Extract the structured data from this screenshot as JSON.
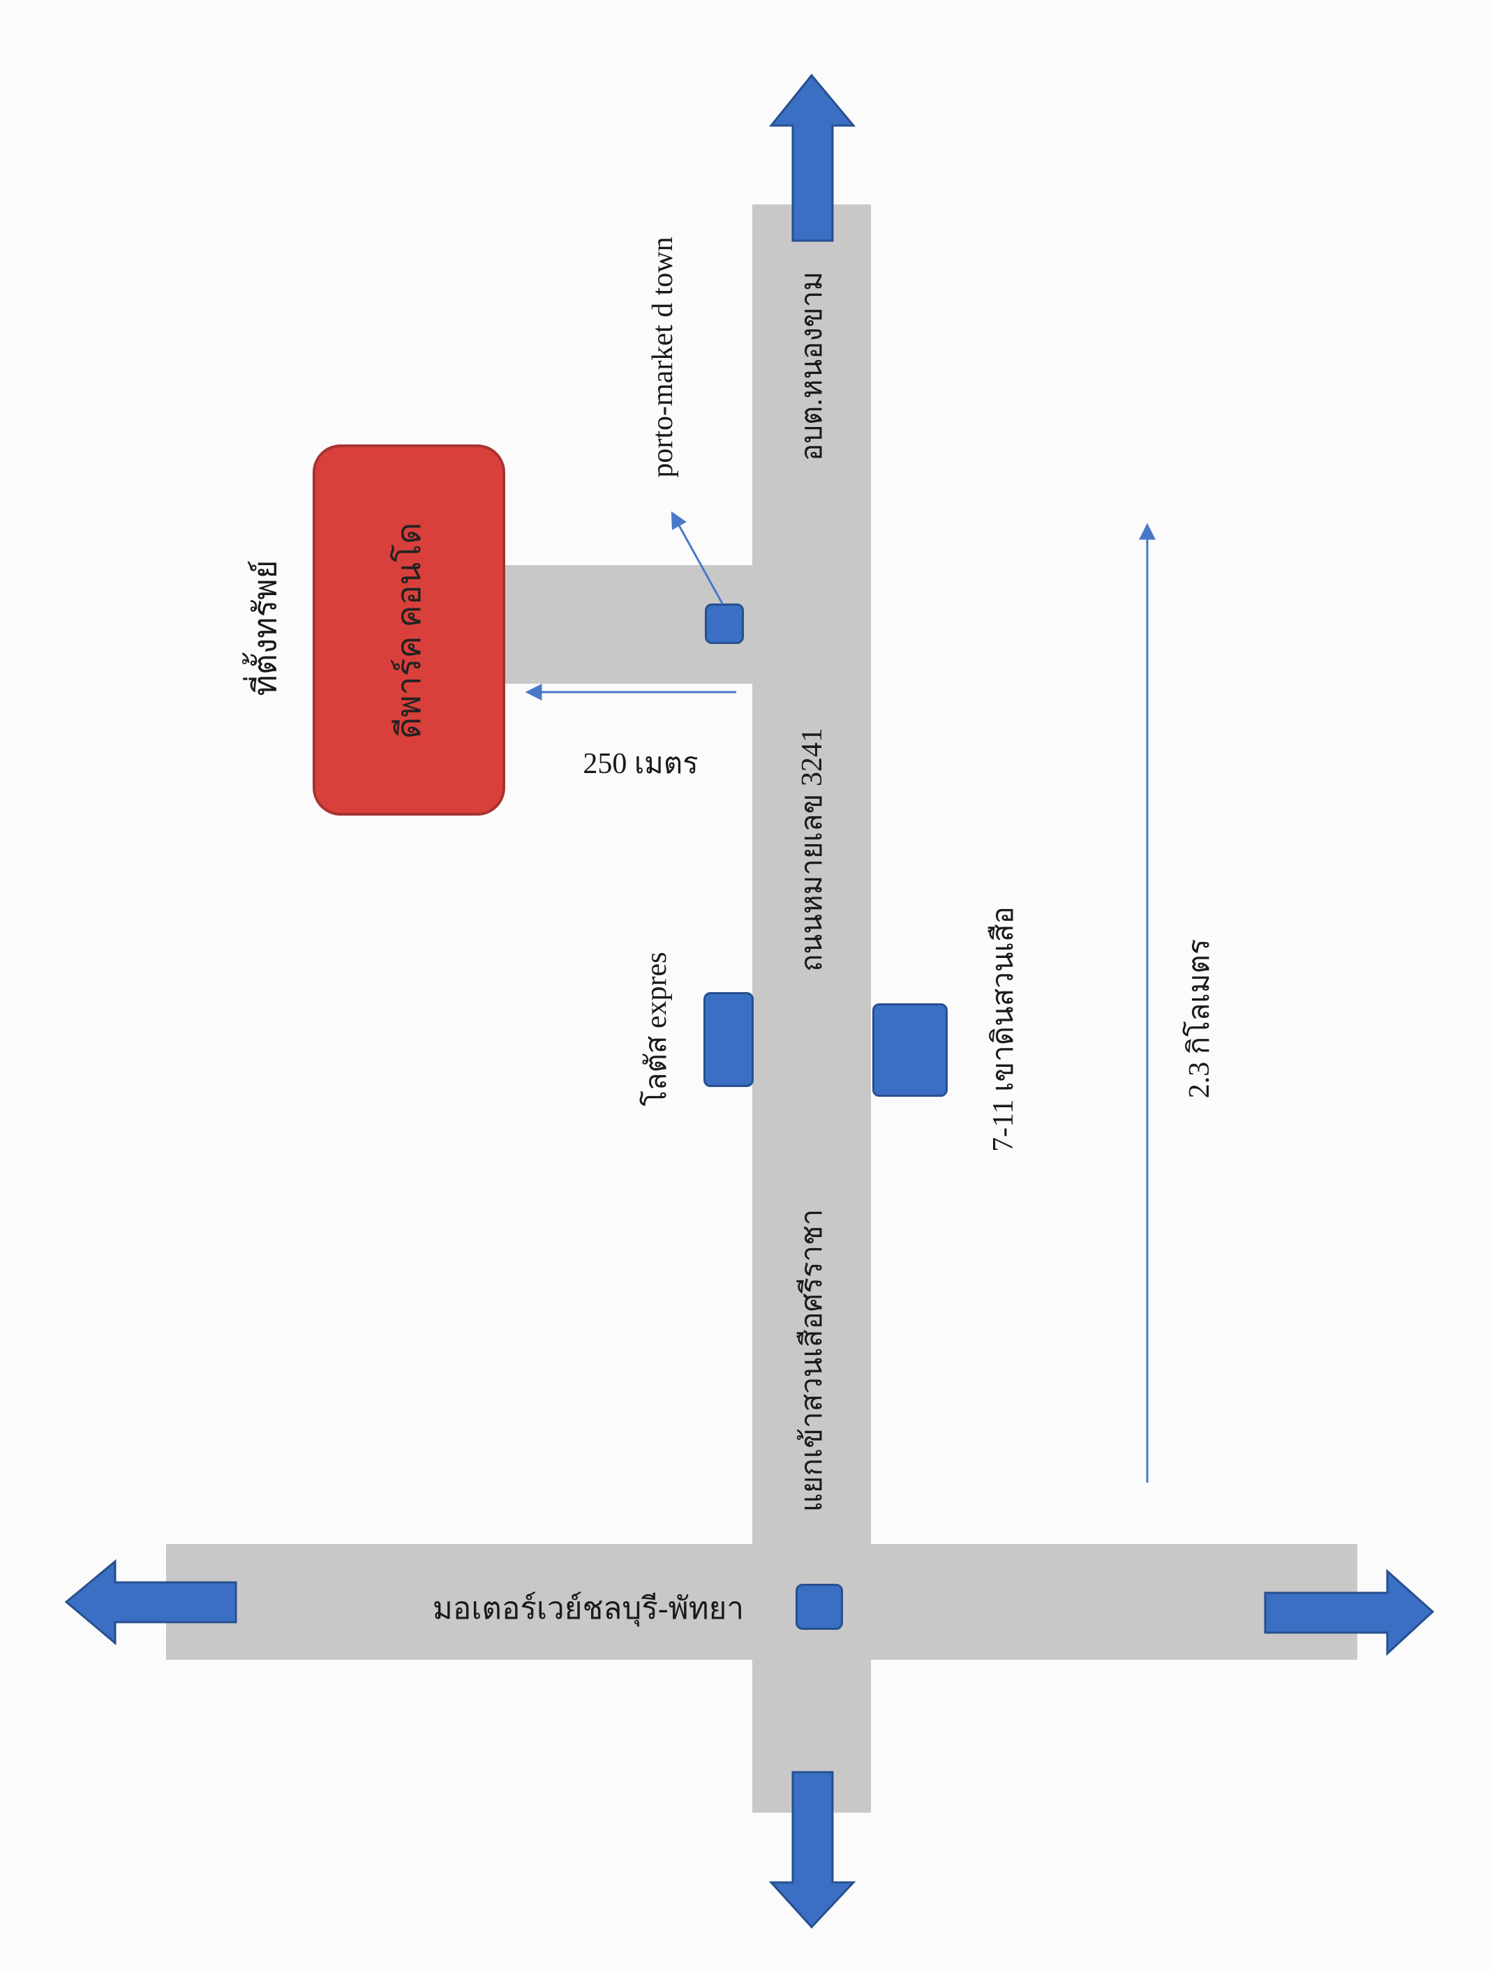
{
  "labels": {
    "property_name": "ดีพาร์ค คอนโด",
    "property_caption": "ที่ตั้งทรัพย์",
    "porto_market": "porto-market d town",
    "nong_kham_road": "อบต.หนองขาม",
    "distance_short": "250 เมตร",
    "highway_3241": "ถนนหมายเลข 3241",
    "lotus": "โลตัส expres",
    "seven_eleven": "7-11 เขาดินสวนเสือ",
    "distance_long": "2.3 กิโลเมตร",
    "intersection": "แยกเข้าสวนเสือศรีราชา",
    "motorway": "มอเตอร์เวย์ชลบุรี-พัทยา"
  },
  "colors": {
    "road": "#c8c8c8",
    "marker_blue": "#3a6fc4",
    "property_red": "#d9403b",
    "line_blue": "#4a78c8"
  }
}
